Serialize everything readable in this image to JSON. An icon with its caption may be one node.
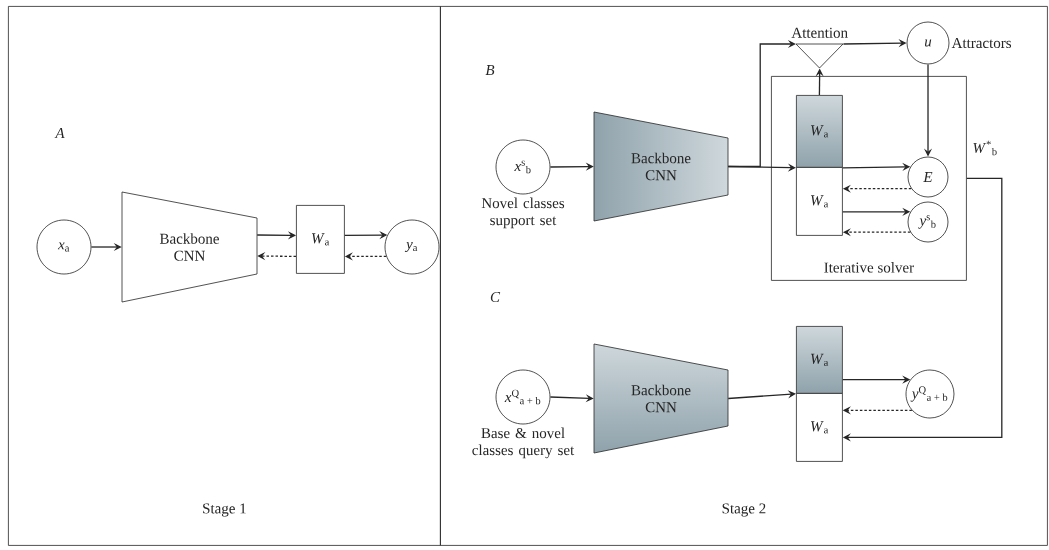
{
  "diagram": {
    "nodes": [
      {
        "text": [
          "Stage 1"
        ]
      },
      {
        "text": [
          "*x*$_{a}$"
        ],
        "in": 0
      },
      {
        "text": [
          "Backbone CNN"
        ],
        "in": 0
      },
      {
        "text": [
          "*W*$_{a}$"
        ],
        "in": 0
      },
      {
        "text": [
          "*y*$_{a}$"
        ],
        "in": 0
      },
      {
        "text": [
          "Stage 2"
        ]
      },
      {
        "text": [
          "*x*$^{s}$$_{b}$"
        ],
        "beside": [
          "Novel classes support set"
        ],
        "in": 5
      },
      {
        "text": [
          "Backbone CNN"
        ],
        "in": 5
      },
      {
        "text": [
          "Attention"
        ],
        "in": 5
      },
      {
        "text": [
          "*u*"
        ],
        "beside": [
          "Attractors"
        ],
        "in": 5
      },
      {
        "text": [
          "Iterative solver"
        ],
        "in": 5
      },
      {
        "text": [
          "*W*$_{a}$"
        ],
        "in": 10
      },
      {
        "text": [
          "*W*$_{a}$"
        ],
        "in": 10
      },
      {
        "text": [
          "*E*"
        ],
        "in": 10
      },
      {
        "text": [
          "*y*$^{s}$$_{b}$"
        ],
        "in": 10
      },
      {
        "text": [
          "*x*$^{Q}$$_{a + b}$"
        ],
        "beside": [
          "Base & novel classes query set"
        ],
        "in": 5
      },
      {
        "text": [
          "Backbone CNN"
        ],
        "in": 5
      },
      {
        "text": [
          "*W*$_{a}$"
        ],
        "in": 5
      },
      {
        "text": [
          "*W*$_{a}$"
        ],
        "in": 5
      },
      {
        "text": [
          "*y*$^{Q}$$_{a + b}$"
        ],
        "in": 5
      }
    ],
    "edges": [
      {
        "from": 1,
        "to": 2,
        "arrow": "to"
      },
      {
        "from": 2,
        "to": 3,
        "arrow": "to"
      },
      {
        "from": 3,
        "to": 2,
        "arrow": "to",
        "style": "dashed"
      },
      {
        "from": 3,
        "to": 4,
        "arrow": "to"
      },
      {
        "from": 4,
        "to": 3,
        "arrow": "to",
        "style": "dashed"
      },
      {
        "from": 6,
        "to": 7,
        "arrow": "to"
      },
      {
        "from": 7,
        "to": 11,
        "arrow": "to"
      },
      {
        "from": 7,
        "to": 8,
        "arrow": "to"
      },
      {
        "from": 8,
        "to": 9,
        "arrow": "to"
      },
      {
        "from": 11,
        "to": 8,
        "arrow": "to"
      },
      {
        "from": 9,
        "to": 13,
        "arrow": "to"
      },
      {
        "from": 11,
        "to": 13,
        "arrow": "to"
      },
      {
        "from": 13,
        "to": 12,
        "arrow": "to",
        "style": "dashed"
      },
      {
        "from": 12,
        "to": 14,
        "arrow": "to"
      },
      {
        "from": 14,
        "to": 12,
        "arrow": "to",
        "style": "dashed"
      },
      {
        "from": 10,
        "to": 18,
        "arrow": "to",
        "label": "*W*$^{*}$$_{b}$"
      },
      {
        "from": 15,
        "to": 16,
        "arrow": "to"
      },
      {
        "from": 16,
        "to": 17,
        "arrow": "to"
      },
      {
        "from": 17,
        "to": 19,
        "arrow": "to"
      },
      {
        "from": 19,
        "to": 18,
        "arrow": "to",
        "style": "dashed"
      }
    ],
    "labels": [
      "A",
      "B",
      "C"
    ]
  }
}
